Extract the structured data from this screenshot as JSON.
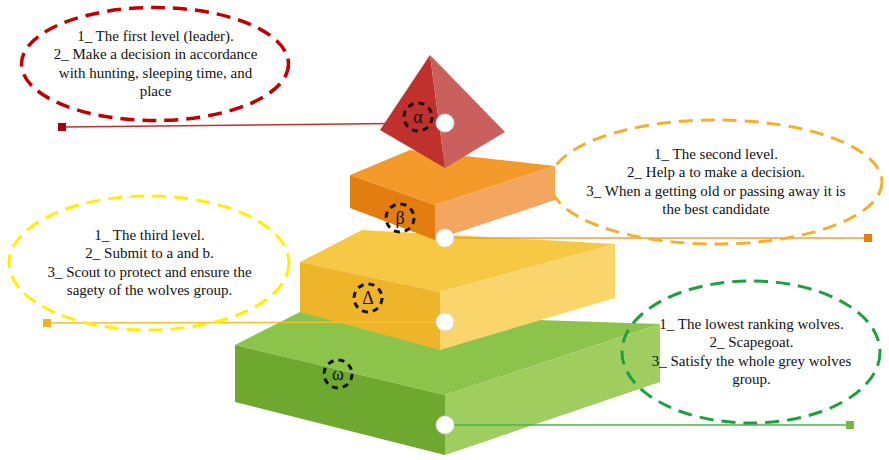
{
  "diagram": {
    "nodes": [
      {
        "text": [
          "1_ The first level (leader).",
          "2_ Make a decision in accordance with hunting, sleeping time, and place"
        ]
      },
      {
        "text": [
          "α"
        ]
      },
      {
        "text": [
          "1_ The second level.",
          "2_ Help a to make a decision.",
          "3_ When a getting old or passing away it is the best candidate"
        ]
      },
      {
        "text": [
          "β"
        ]
      },
      {
        "text": [
          "1_ The third level.",
          "2_ Submit to a and b.",
          "3_ Scout to protect and ensure the sagety of the wolves group."
        ]
      },
      {
        "text": [
          "Δ"
        ]
      },
      {
        "text": [
          "ω"
        ]
      },
      {
        "text": [
          "1_ The lowest ranking wolves.",
          "2_ Scapegoat.",
          "3_ Satisfy the whole grey wolves group."
        ]
      }
    ]
  }
}
